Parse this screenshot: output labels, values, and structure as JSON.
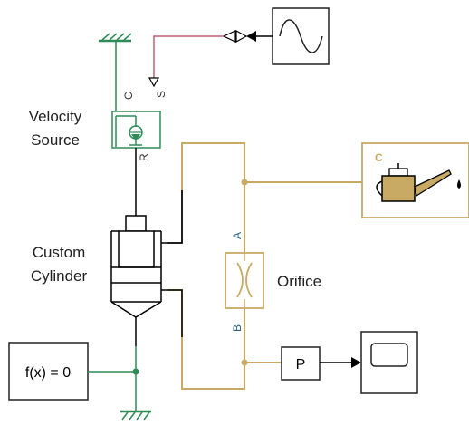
{
  "blocks": {
    "velocity_source": {
      "name_line1": "Velocity",
      "name_line2": "Source",
      "port_c": "C",
      "port_s": "S",
      "port_r": "R"
    },
    "custom_cylinder": {
      "name_line1": "Custom",
      "name_line2": "Cylinder"
    },
    "orifice": {
      "name": "Orifice",
      "port_a": "A",
      "port_b": "B"
    },
    "fluid_properties": {
      "port_c": "C"
    },
    "pressure_sensor": {
      "label": "P"
    },
    "solver_config": {
      "label": "f(x) = 0"
    }
  },
  "colors": {
    "mechanical": "#2e8b57",
    "hydraulic": "#c8aa64",
    "physical_signal": "#c06070",
    "signal": "#000000"
  }
}
